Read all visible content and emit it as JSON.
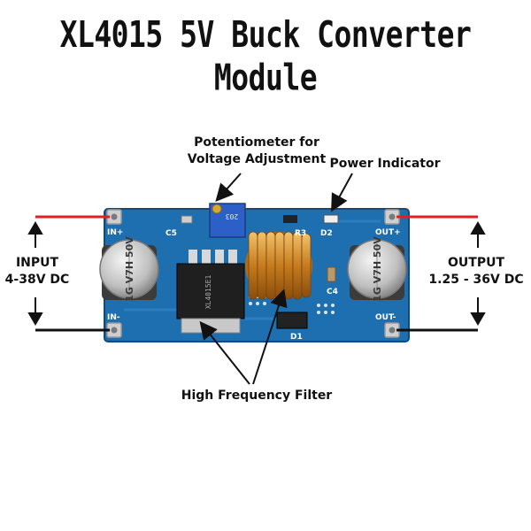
{
  "title": "XL4015 5V Buck Converter Module",
  "callouts": {
    "potentiometer_line1": "Potentiometer for",
    "potentiometer_line2": "Voltage Adjustment",
    "power_indicator": "Power Indicator",
    "input_line1": "INPUT",
    "input_line2": "4-38V DC",
    "output_line1": "OUTPUT",
    "output_line2": "1.25 - 36V DC",
    "high_frequency_filter": "High Frequency Filter"
  },
  "silkscreen": {
    "in_plus": "IN+",
    "in_minus": "IN-",
    "out_plus": "OUT+",
    "out_minus": "OUT-",
    "c5": "C5",
    "r3": "R3",
    "d2": "D2",
    "c4": "C4",
    "d1": "D1",
    "capacitor_text": "1G V7H 50V",
    "pot_code": "203",
    "ic_code": "XL4015E1"
  },
  "colors": {
    "board": "#1e6fb0",
    "wire_positive": "#e02020",
    "wire_negative": "#111111",
    "inductor": "#d08a2a"
  }
}
